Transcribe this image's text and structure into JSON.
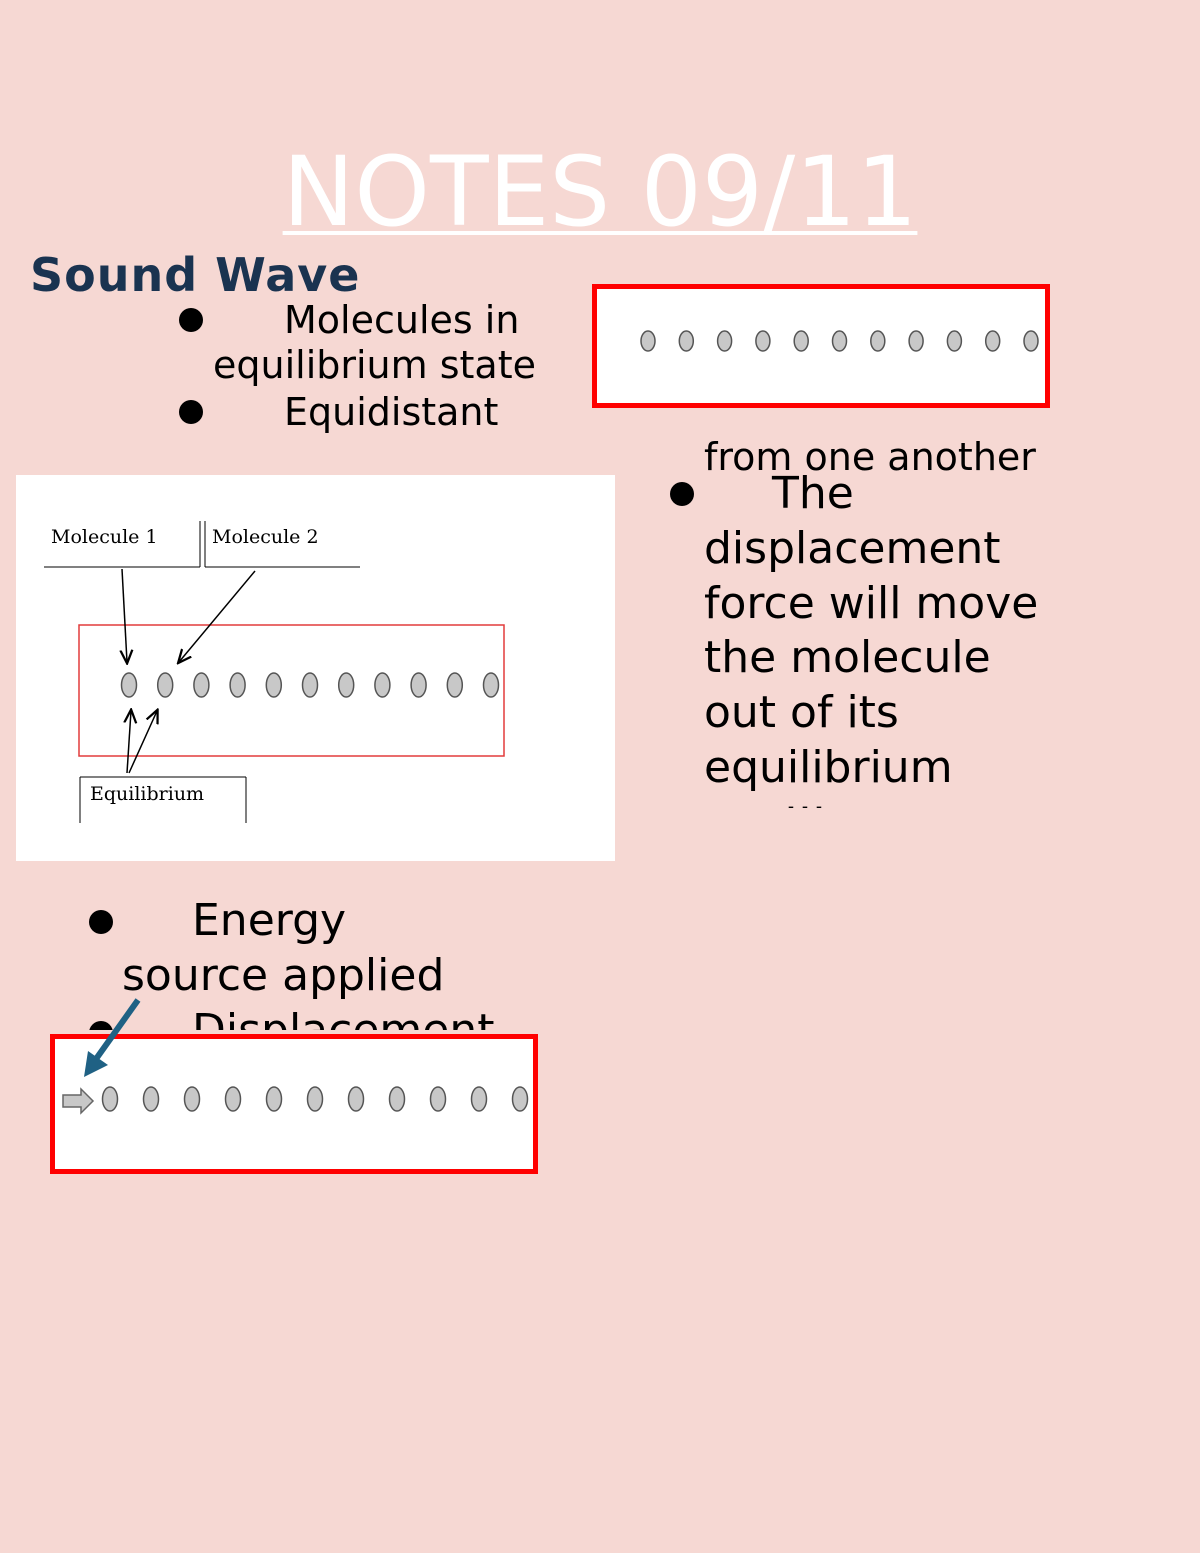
{
  "title": "NOTES 09/11",
  "section_heading": "Sound Wave",
  "bullets_top": {
    "b1_line1": "Molecules in",
    "b1_line2": "equilibrium state",
    "b2": "Equidistant",
    "b2_cont": "from one another"
  },
  "bullets_right": {
    "lines": [
      "The",
      "displacement",
      "force will move",
      "the molecule",
      "out of its",
      "equilibrium"
    ],
    "ellipsis": "..."
  },
  "bullets_bottom": {
    "b1_line1": "Energy",
    "b1_line2": "source applied",
    "b2_partial": "Displacement"
  },
  "figure": {
    "label_molecule_1": "Molecule 1",
    "label_molecule_2": "Molecule 2",
    "label_equilibrium": "Equilibrium"
  },
  "colors": {
    "background": "#f6d8d3",
    "heading": "#1a3350",
    "box_border": "#ff0000",
    "arrow": "#1f6184",
    "molecule_fill": "#c8c8c8"
  }
}
